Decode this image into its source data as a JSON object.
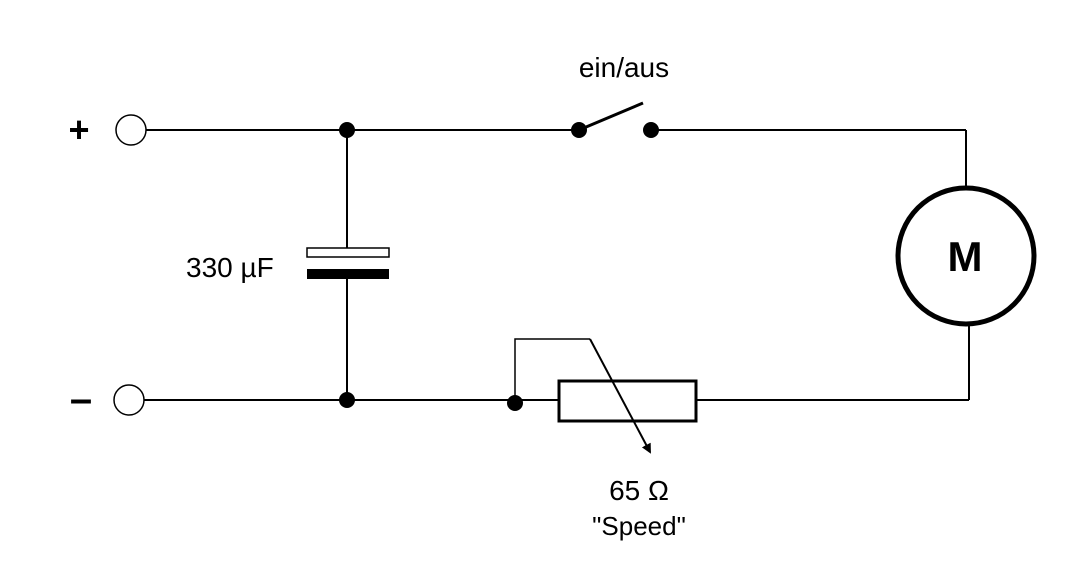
{
  "terminals": {
    "positive_symbol": "+",
    "negative_symbol": "–"
  },
  "switch": {
    "label": "ein/aus"
  },
  "capacitor": {
    "label": "330 µF"
  },
  "motor": {
    "label": "M"
  },
  "rheostat": {
    "value_label": "65 Ω",
    "name_label": "\"Speed\""
  }
}
